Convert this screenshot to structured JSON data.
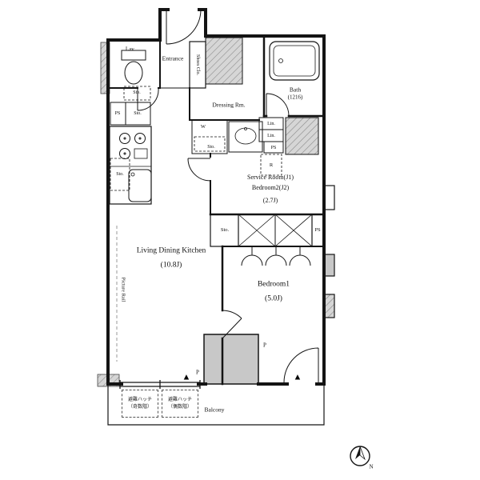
{
  "plan": {
    "rooms": {
      "lav": "Lav.",
      "entrance": "Entrance",
      "shoes_closet": "Shoes Clo.",
      "bath": "Bath",
      "bath_size": "(1216)",
      "dressing_room": "Dressing Rm.",
      "service_room_line1": "Service Room(J1)",
      "service_room_line2": "Bedroom2(J2)",
      "service_room_size": "(2.7J)",
      "living_dining_kitchen": "Living Dining Kitchen",
      "ldk_size": "(10.8J)",
      "bedroom1": "Bedroom1",
      "bedroom1_size": "(5.0J)",
      "balcony": "Balcony"
    },
    "fixtures": {
      "washer": "W",
      "fridge": "R",
      "linen_top": "Lin.",
      "linen_bottom": "Lin."
    },
    "shafts": {
      "ps_kitchen": "PS",
      "ps_linen": "PS",
      "ps_bedroom": "PS"
    },
    "storage": {
      "sto_lav": "Sto.",
      "sto_kitchen_upper": "Sto.",
      "sto_kitchen_lower": "Sto.",
      "sto_washer": "Sto.",
      "sto_service": "Sto."
    },
    "features": {
      "picture_rail": "Picture Rail",
      "pillar_top": "P",
      "pillar_bottom": "P"
    },
    "annotations": {
      "escape_hatch_odd_line1": "避難ハッチ",
      "escape_hatch_odd_line2": "（奇数階）",
      "escape_hatch_even_line1": "避難ハッチ",
      "escape_hatch_even_line2": "（偶数階）",
      "marker_left": "▲",
      "marker_right": "▲",
      "compass_north": "N"
    },
    "colors": {
      "line": "#141414",
      "gray_fill": "#c8c8c8"
    }
  }
}
